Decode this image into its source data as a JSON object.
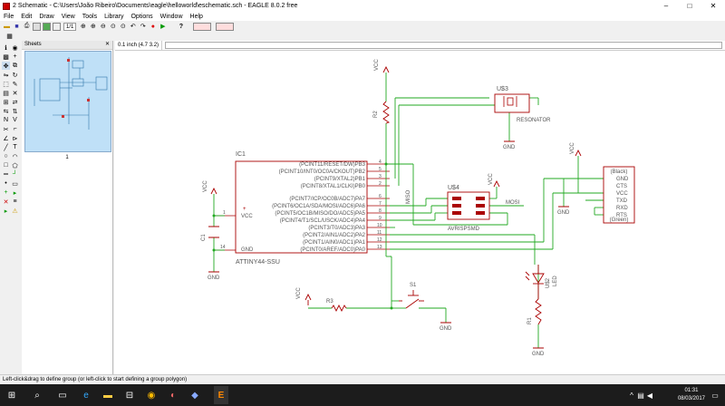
{
  "window": {
    "title": "2 Schematic - C:\\Users\\João Ribeiro\\Documents\\eagle\\helloworld\\eschematic.sch - EAGLE 8.0.2 free",
    "minimize_glyph": "–",
    "maximize_glyph": "□",
    "close_glyph": "✕"
  },
  "menu": [
    "File",
    "Edit",
    "Draw",
    "View",
    "Tools",
    "Library",
    "Options",
    "Window",
    "Help"
  ],
  "toolbar": {
    "sheet_select": "1/1",
    "help_glyph": "?",
    "icons": [
      "folder-icon",
      "save-icon",
      "print-icon",
      "cam-icon",
      "board-icon",
      "sheet-icon",
      "zoom-fit-icon",
      "zoom-in-icon",
      "zoom-out-icon",
      "zoom-redraw-icon",
      "zoom-select-icon",
      "undo-icon",
      "redo-icon",
      "stop-icon",
      "go-icon"
    ]
  },
  "sheets_panel": {
    "title": "Sheets",
    "sheet_number": "1"
  },
  "command": {
    "coords": "0.1 inch (4.7 3.2)",
    "input_value": ""
  },
  "schematic": {
    "ic1": {
      "name": "IC1",
      "value": "ATTINY44-SSU",
      "pins_right": [
        {
          "label": "(PCINT11/RESET/DW)PB3",
          "num": "4"
        },
        {
          "label": "(PCINT10/INT0/OC0A/CKOUT)PB2",
          "num": "5"
        },
        {
          "label": "(PCINT9/XTAL2)PB1",
          "num": "3"
        },
        {
          "label": "(PCINT8/XTAL1/CLKI)PB0",
          "num": "2"
        },
        {
          "label": "(PCINT7/ICP/OC0B/ADC7)PA7",
          "num": "6"
        },
        {
          "label": "(PCINT6/OC1A/SDA/MOSI/ADC6)PA6",
          "num": "7"
        },
        {
          "label": "(PCINT5/OC1B/MISO/DO/ADC5)PA5",
          "num": "8"
        },
        {
          "label": "(PCINT4/T1/SCL/USCK/ADC4)PA4",
          "num": "9"
        },
        {
          "label": "(PCINT3/T0/ADC3)PA3",
          "num": "10"
        },
        {
          "label": "(PCINT2/AIN1/ADC2)PA2",
          "num": "11"
        },
        {
          "label": "(PCINT1/AIN0/ADC1)PA1",
          "num": "12"
        },
        {
          "label": "(PCINT0/AREF/ADC0)PA0",
          "num": "13"
        }
      ],
      "vcc_label": "VCC",
      "gnd_label": "GND",
      "vcc_pin": "1",
      "gnd_pin": "14",
      "plus": "+"
    },
    "labels": {
      "vcc": "VCC",
      "gnd": "GND",
      "r1": "R1",
      "r2": "R2",
      "r3": "R3",
      "c1": "C1",
      "s1": "S1",
      "u3": "U$3",
      "u4": "U$4",
      "u2": "U$2",
      "led": "LED",
      "resonator": "RESONATOR",
      "avrispsmd": "AVRISPSMD",
      "miso": "MISO",
      "mosi": "MOSI"
    },
    "ftdi": {
      "top": "(Black)",
      "bottom": "(Green)",
      "pins": [
        "GND",
        "CTS",
        "VCC",
        "TXD",
        "RXD",
        "RTS"
      ]
    }
  },
  "status_text": "Left-click&drag to define group (or left-click to start defining a group polygon)",
  "taskbar": {
    "time": "01:31",
    "date": "08/03/2017"
  }
}
